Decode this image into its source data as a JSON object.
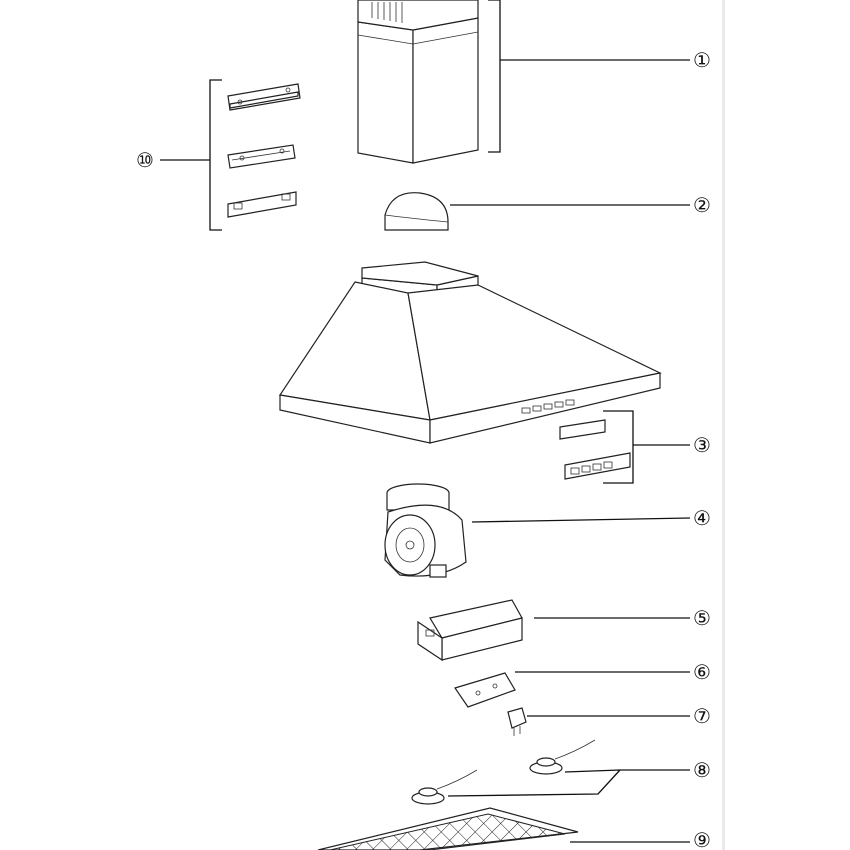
{
  "callouts": {
    "c1": "①",
    "c2": "②",
    "c3": "③",
    "c4": "④",
    "c5": "⑤",
    "c6": "⑥",
    "c7": "⑦",
    "c8": "⑧",
    "c9": "⑨",
    "c10": "⑩"
  }
}
